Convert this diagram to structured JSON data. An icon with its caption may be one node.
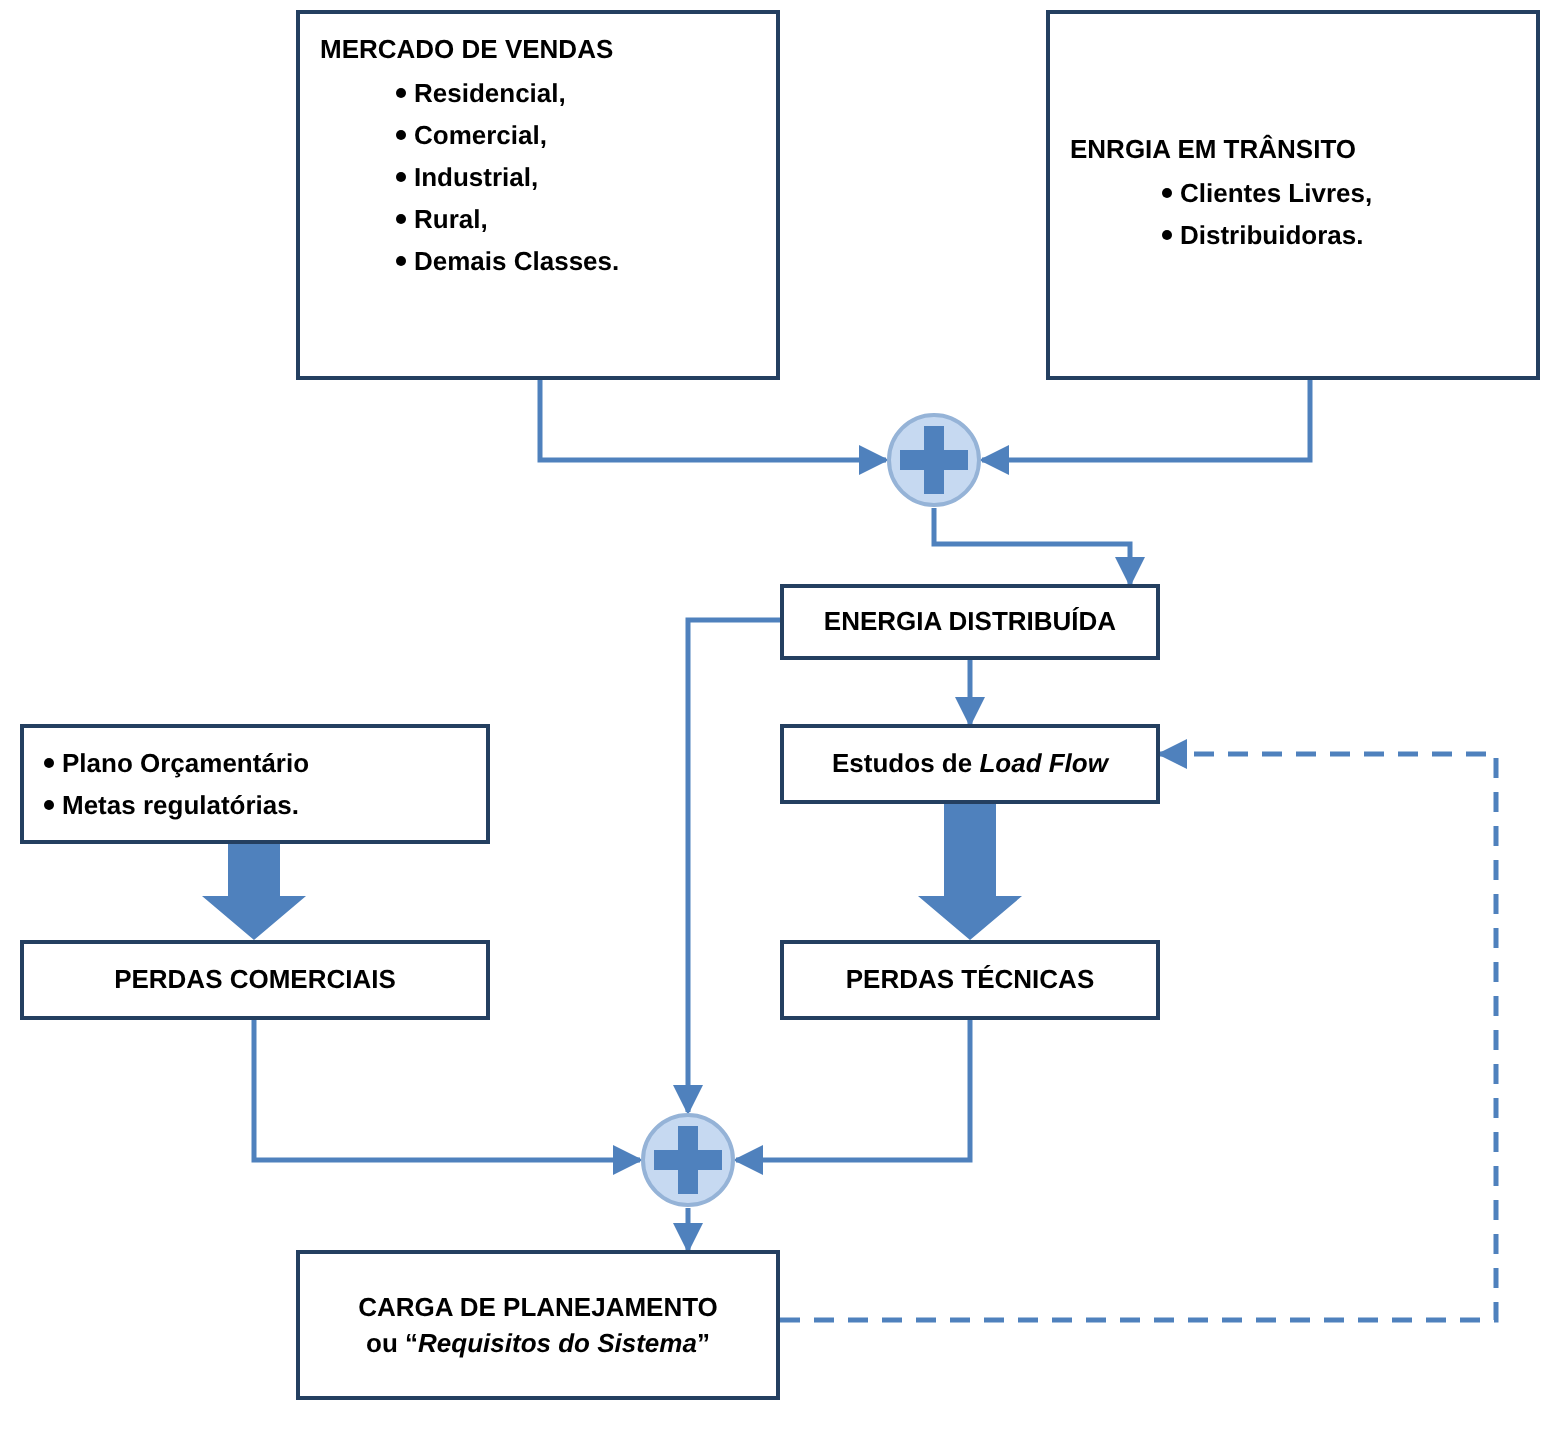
{
  "diagram": {
    "nodes": [
      {
        "text": [
          "MERCADO DE VENDAS",
          "Residencial,",
          "Comercial,",
          "Industrial,",
          "Rural,",
          "Demais Classes."
        ]
      },
      {
        "text": [
          "ENRGIA EM TRÂNSITO",
          "Clientes Livres,",
          "Distribuidoras."
        ]
      },
      {
        "text": [],
        "shape": "circle"
      },
      {
        "text": [
          "ENERGIA DISTRIBUÍDA"
        ]
      },
      {
        "text": [
          "Plano Orçamentário",
          "Metas regulatórias."
        ]
      },
      {
        "text": [
          "Estudos de *Load Flow*"
        ]
      },
      {
        "text": [
          "PERDAS COMERCIAIS"
        ]
      },
      {
        "text": [
          "PERDAS TÉCNICAS"
        ]
      },
      {
        "text": [],
        "shape": "circle"
      },
      {
        "text": [
          "CARGA DE PLANEJAMENTO",
          "ou “*Requisitos do Sistema*”"
        ]
      }
    ],
    "edges": [
      {
        "from": 0,
        "to": 2,
        "arrow": "to"
      },
      {
        "from": 1,
        "to": 2,
        "arrow": "to"
      },
      {
        "from": 2,
        "to": 3,
        "arrow": "to"
      },
      {
        "from": 3,
        "to": 8,
        "arrow": "to"
      },
      {
        "from": 3,
        "to": 5,
        "arrow": "to"
      },
      {
        "from": 5,
        "to": 7,
        "arrow": "to",
        "style": "thick"
      },
      {
        "from": 4,
        "to": 6,
        "arrow": "to",
        "style": "thick"
      },
      {
        "from": 6,
        "to": 8,
        "arrow": "to"
      },
      {
        "from": 7,
        "to": 8,
        "arrow": "to"
      },
      {
        "from": 8,
        "to": 9,
        "arrow": "to"
      },
      {
        "from": 9,
        "to": 5,
        "arrow": "to",
        "style": "dashed"
      }
    ]
  }
}
